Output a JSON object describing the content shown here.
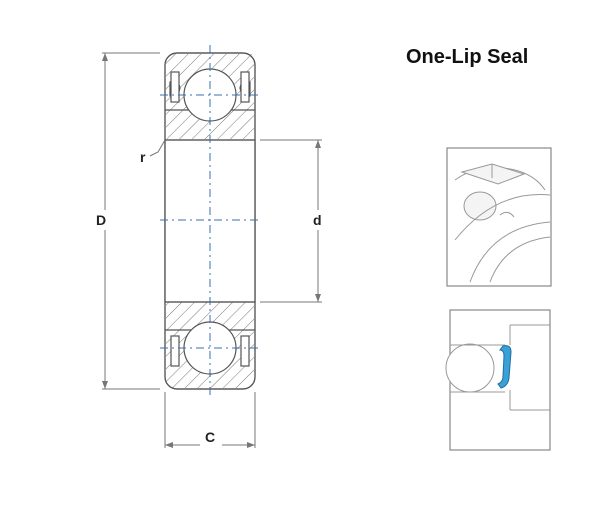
{
  "diagram": {
    "title": "One-Lip Seal",
    "labels": {
      "outer_diameter": "D",
      "bore_diameter": "d",
      "width": "C",
      "chamfer": "r"
    },
    "colors": {
      "outline": "#555555",
      "dimension": "#777777",
      "centerline": "#3a6fb0",
      "seal_accent": "#3aa0d8",
      "hatch": "#777777"
    },
    "icons": [
      "bearing-cutaway-detail",
      "seal-profile-detail"
    ]
  }
}
